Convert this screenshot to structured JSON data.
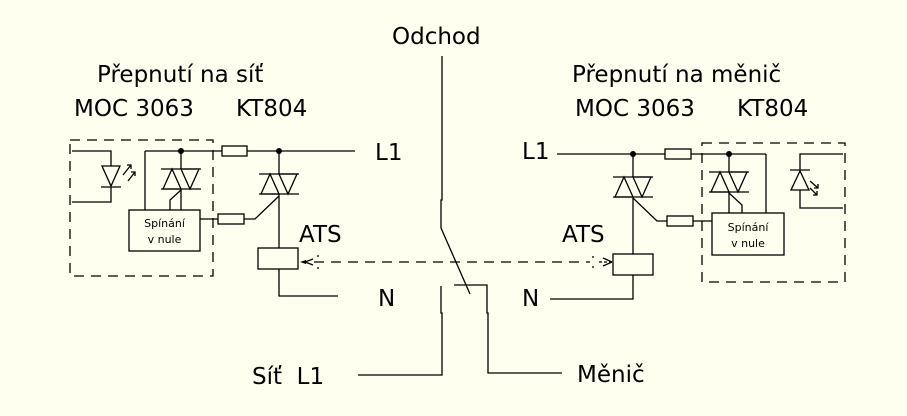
{
  "colors": {
    "background": "#FFFFF0",
    "ink": "#000000"
  },
  "labels": {
    "output": "Odchod",
    "left_title": "Přepnutí na síť",
    "left_optocoupler": "MOC 3063",
    "left_triac": "KT804",
    "right_title": "Přepnutí na měnič",
    "right_optocoupler": "MOC 3063",
    "right_triac": "KT804",
    "left_l1": "L1",
    "right_l1": "L1",
    "left_ats": "ATS",
    "right_ats": "ATS",
    "left_n": "N",
    "right_n": "N",
    "mains_input": "Síť  L1",
    "inverter_input": "Měnič",
    "zero_cross_left": [
      "Spínání",
      "v nule"
    ],
    "zero_cross_right": [
      "Spínání",
      "v nule"
    ]
  },
  "components": [
    {
      "id": "left-led",
      "type": "led"
    },
    {
      "id": "left-opto-triac",
      "type": "triac"
    },
    {
      "id": "left-zero-cross",
      "type": "ic-block"
    },
    {
      "id": "left-resistor-top",
      "type": "resistor"
    },
    {
      "id": "left-resistor-gate",
      "type": "resistor"
    },
    {
      "id": "left-power-triac",
      "type": "triac"
    },
    {
      "id": "left-ats-coil",
      "type": "relay-coil"
    },
    {
      "id": "right-led",
      "type": "led"
    },
    {
      "id": "right-opto-triac",
      "type": "triac"
    },
    {
      "id": "right-zero-cross",
      "type": "ic-block"
    },
    {
      "id": "right-resistor-top",
      "type": "resistor"
    },
    {
      "id": "right-resistor-gate",
      "type": "resistor"
    },
    {
      "id": "right-power-triac",
      "type": "triac"
    },
    {
      "id": "right-ats-coil",
      "type": "relay-coil"
    },
    {
      "id": "transfer-switch",
      "type": "changeover-switch"
    }
  ]
}
